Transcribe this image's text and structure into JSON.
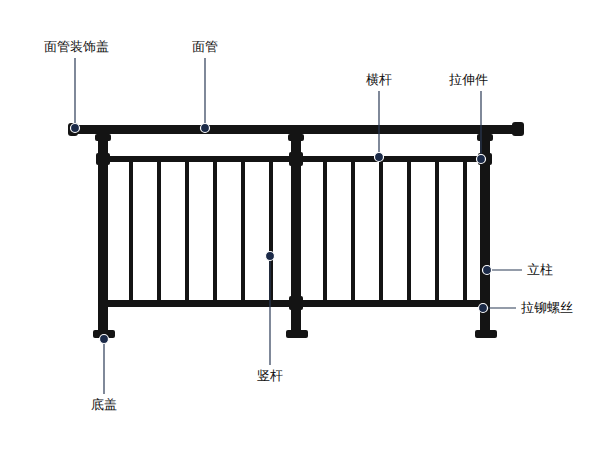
{
  "diagram": {
    "labels": [
      "面管装饰盖",
      "面管",
      "横杆",
      "拉伸件",
      "立柱",
      "拉铆螺丝",
      "竖杆",
      "底盖"
    ]
  }
}
